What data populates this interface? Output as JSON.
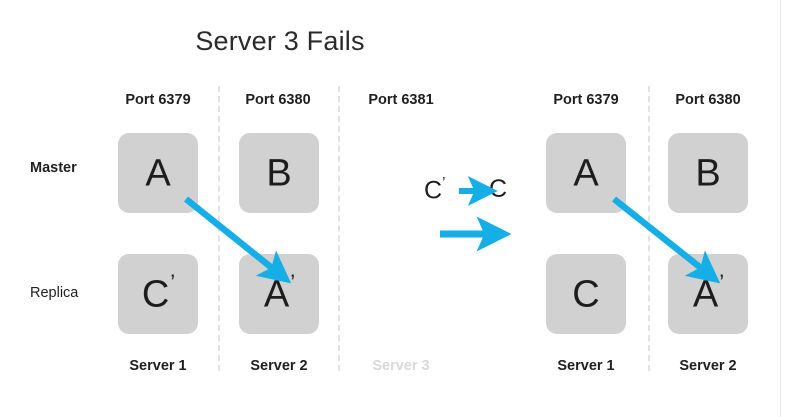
{
  "title": "Server 3 Fails",
  "row_labels": {
    "master": "Master",
    "replica": "Replica"
  },
  "colors": {
    "box_gray": "#d1d1d1",
    "arrow_blue": "#15aee6",
    "text_dark": "#1d1d1d",
    "dim_gray": "#d9d9dc",
    "dash_gray": "#e2e2e2"
  },
  "left_panel": {
    "columns": [
      {
        "port": "Port 6379",
        "server": "Server 1",
        "server_dim": false,
        "master": {
          "letter": "A",
          "prime": ""
        },
        "replica": {
          "letter": "C",
          "prime": "’"
        }
      },
      {
        "port": "Port 6380",
        "server": "Server 2",
        "server_dim": false,
        "master": {
          "letter": "B",
          "prime": ""
        },
        "replica": {
          "letter": "A",
          "prime": "’"
        }
      },
      {
        "port": "Port 6381",
        "server": "Server 3",
        "server_dim": true,
        "master": {
          "letter": "",
          "prime": ""
        },
        "replica": {
          "letter": "",
          "prime": ""
        }
      }
    ]
  },
  "right_panel": {
    "columns": [
      {
        "port": "Port 6379",
        "server": "Server 1",
        "server_dim": false,
        "master": {
          "letter": "A",
          "prime": ""
        },
        "replica": {
          "letter": "C",
          "prime": ""
        }
      },
      {
        "port": "Port 6380",
        "server": "Server 2",
        "server_dim": false,
        "master": {
          "letter": "B",
          "prime": ""
        },
        "replica": {
          "letter": "A",
          "prime": "’"
        }
      }
    ]
  },
  "middle_note": {
    "promotion_from": "C",
    "promotion_from_prime": "’",
    "promotion_to": "C"
  }
}
